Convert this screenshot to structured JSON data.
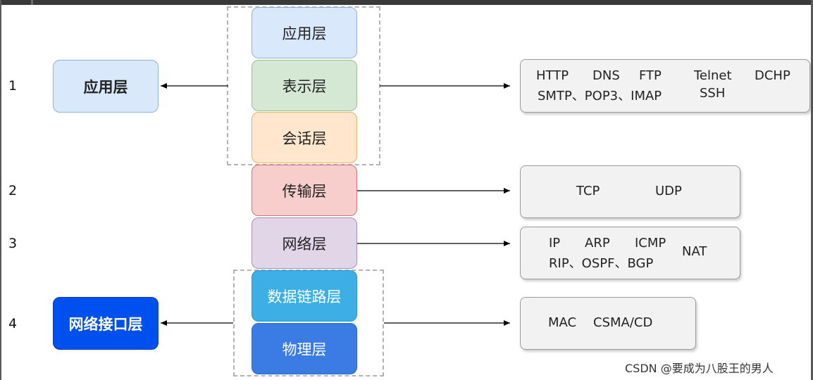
{
  "diagram": {
    "row_numbers": [
      "1",
      "2",
      "3",
      "4"
    ],
    "osi_layers": [
      "应用层",
      "表示层",
      "会话层",
      "传输层",
      "网络层",
      "数据链路层",
      "物理层"
    ],
    "tcpip_layers": {
      "application": "应用层",
      "network_interface": "网络接口层"
    },
    "protocols": {
      "application": {
        "line1": [
          "HTTP",
          "DNS",
          "FTP",
          "Telnet",
          "DCHP"
        ],
        "line2": [
          "SMTP、POP3、IMAP",
          "SSH"
        ]
      },
      "transport": [
        "TCP",
        "UDP"
      ],
      "network": {
        "line1": [
          "IP",
          "ARP",
          "ICMP"
        ],
        "line2": [
          "RIP、OSPF、BGP"
        ],
        "side": "NAT"
      },
      "link": [
        "MAC",
        "CSMA/CD"
      ]
    },
    "colors": {
      "application": "#dae8fc",
      "presentation": "#d5e8d4",
      "session": "#ffe6cc",
      "transport": "#f8cecc",
      "network": "#e1d5e7",
      "data_link": "#3dafe4",
      "physical": "#3a7ce3",
      "network_interface": "#0050ef"
    }
  },
  "watermark": "CSDN @要成为八股王的男人"
}
